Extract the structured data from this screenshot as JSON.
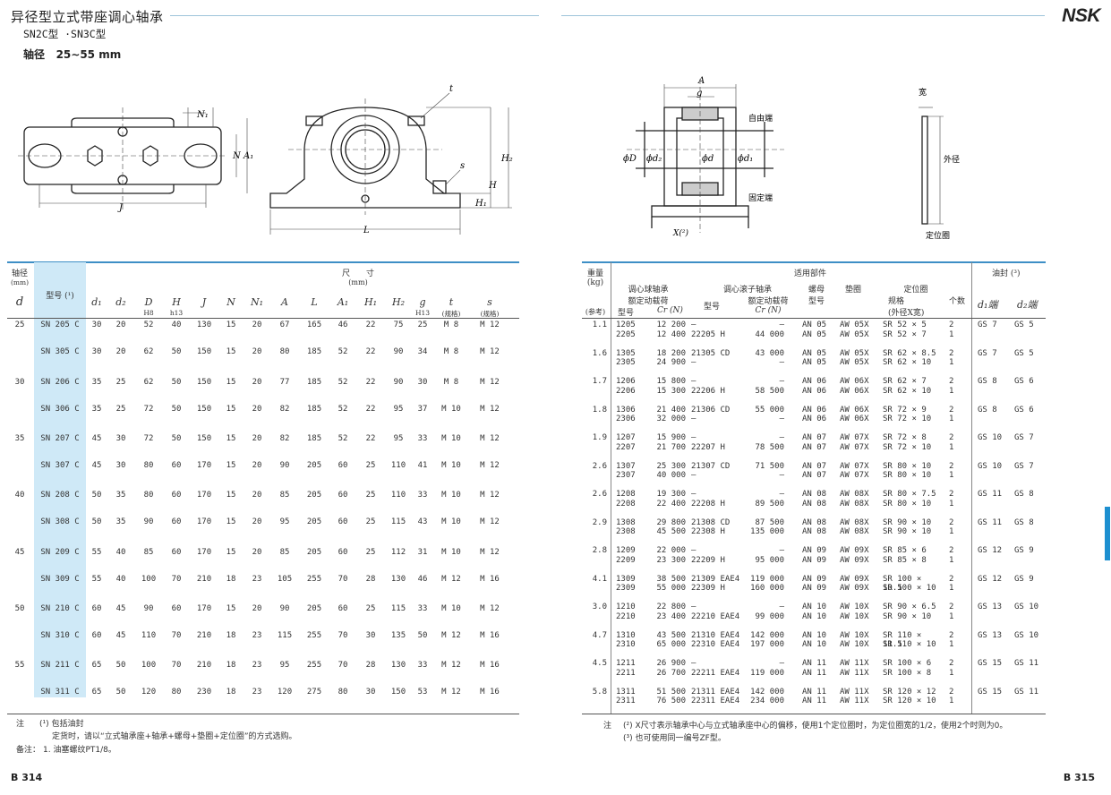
{
  "header": {
    "title": "异径型立式带座调心轴承",
    "subtitle": "SN2C型 ·SN3C型",
    "bore_label": "轴径",
    "bore_range": "25∼55 mm",
    "logo": "NSK"
  },
  "drawing_labels": {
    "N1": "N₁",
    "N": "N",
    "A1": "A₁",
    "J": "J",
    "t": "t",
    "s": "s",
    "H2": "H₂",
    "H": "H",
    "H1": "H₁",
    "L": "L",
    "A": "A",
    "g": "g",
    "phiD": "ϕD",
    "phid2": "ϕd₂",
    "phid": "ϕd",
    "phid1": "ϕd₁",
    "free_end": "自由端",
    "fixed_end": "固定端",
    "X2": "X(²)",
    "width": "宽",
    "outer": "外径",
    "locating_ring": "定位圈"
  },
  "left_table": {
    "h_shaft": "轴径",
    "h_mm": "(mm)",
    "h_d": "d",
    "h_model": "型号 (¹)",
    "h_dim": "尺　　寸",
    "h_dim_mm": "(mm)",
    "cols": [
      "d₁",
      "d₂",
      "D",
      "H",
      "J",
      "N",
      "N₁",
      "A",
      "L",
      "A₁",
      "H₁",
      "H₂",
      "g",
      "t",
      "s"
    ],
    "subs": [
      "",
      "",
      "H8",
      "h13",
      "",
      "",
      "",
      "",
      "",
      "",
      "",
      "",
      "H13",
      "(规格)",
      "(规格)"
    ],
    "rows": [
      {
        "d": "25",
        "model": "SN 205 C",
        "v": [
          "30",
          "20",
          "52",
          "40",
          "130",
          "15",
          "20",
          "67",
          "165",
          "46",
          "22",
          "75",
          "25",
          "M  8",
          "M 12"
        ]
      },
      {
        "d": "",
        "model": "SN 305 C",
        "v": [
          "30",
          "20",
          "62",
          "50",
          "150",
          "15",
          "20",
          "80",
          "185",
          "52",
          "22",
          "90",
          "34",
          "M  8",
          "M 12"
        ]
      },
      {
        "d": "30",
        "model": "SN 206 C",
        "v": [
          "35",
          "25",
          "62",
          "50",
          "150",
          "15",
          "20",
          "77",
          "185",
          "52",
          "22",
          "90",
          "30",
          "M  8",
          "M 12"
        ]
      },
      {
        "d": "",
        "model": "SN 306 C",
        "v": [
          "35",
          "25",
          "72",
          "50",
          "150",
          "15",
          "20",
          "82",
          "185",
          "52",
          "22",
          "95",
          "37",
          "M 10",
          "M 12"
        ]
      },
      {
        "d": "35",
        "model": "SN 207 C",
        "v": [
          "45",
          "30",
          "72",
          "50",
          "150",
          "15",
          "20",
          "82",
          "185",
          "52",
          "22",
          "95",
          "33",
          "M 10",
          "M 12"
        ]
      },
      {
        "d": "",
        "model": "SN 307 C",
        "v": [
          "45",
          "30",
          "80",
          "60",
          "170",
          "15",
          "20",
          "90",
          "205",
          "60",
          "25",
          "110",
          "41",
          "M 10",
          "M 12"
        ]
      },
      {
        "d": "40",
        "model": "SN 208 C",
        "v": [
          "50",
          "35",
          "80",
          "60",
          "170",
          "15",
          "20",
          "85",
          "205",
          "60",
          "25",
          "110",
          "33",
          "M 10",
          "M 12"
        ]
      },
      {
        "d": "",
        "model": "SN 308 C",
        "v": [
          "50",
          "35",
          "90",
          "60",
          "170",
          "15",
          "20",
          "95",
          "205",
          "60",
          "25",
          "115",
          "43",
          "M 10",
          "M 12"
        ]
      },
      {
        "d": "45",
        "model": "SN 209 C",
        "v": [
          "55",
          "40",
          "85",
          "60",
          "170",
          "15",
          "20",
          "85",
          "205",
          "60",
          "25",
          "112",
          "31",
          "M 10",
          "M 12"
        ]
      },
      {
        "d": "",
        "model": "SN 309 C",
        "v": [
          "55",
          "40",
          "100",
          "70",
          "210",
          "18",
          "23",
          "105",
          "255",
          "70",
          "28",
          "130",
          "46",
          "M 12",
          "M 16"
        ]
      },
      {
        "d": "50",
        "model": "SN 210 C",
        "v": [
          "60",
          "45",
          "90",
          "60",
          "170",
          "15",
          "20",
          "90",
          "205",
          "60",
          "25",
          "115",
          "33",
          "M 10",
          "M 12"
        ]
      },
      {
        "d": "",
        "model": "SN 310 C",
        "v": [
          "60",
          "45",
          "110",
          "70",
          "210",
          "18",
          "23",
          "115",
          "255",
          "70",
          "30",
          "135",
          "50",
          "M 12",
          "M 16"
        ]
      },
      {
        "d": "55",
        "model": "SN 211 C",
        "v": [
          "65",
          "50",
          "100",
          "70",
          "210",
          "18",
          "23",
          "95",
          "255",
          "70",
          "28",
          "130",
          "33",
          "M 12",
          "M 16"
        ]
      },
      {
        "d": "",
        "model": "SN 311 C",
        "v": [
          "65",
          "50",
          "120",
          "80",
          "230",
          "18",
          "23",
          "120",
          "275",
          "80",
          "30",
          "150",
          "53",
          "M 12",
          "M 16"
        ]
      }
    ]
  },
  "right_table": {
    "h_weight": "重量",
    "h_kg": "(kg)",
    "h_ref": "(参考)",
    "h_parts": "适用部件",
    "h_ball": "调心球轴承",
    "h_ball_load": "额定动载荷",
    "h_model": "型号",
    "h_cr": "Cr (N)",
    "h_roller": "调心滚子轴承",
    "h_roller_model": "型号",
    "h_roller_load": "额定动载荷",
    "h_roller_cr": "Cr (N)",
    "h_nut": "螺母",
    "h_nut_model": "型号",
    "h_washer": "垫圈",
    "h_ring": "定位圈",
    "h_ring_spec": "规格",
    "h_ring_spec2": "(外径X宽)",
    "h_count": "个数",
    "h_seal": "油封 (³)",
    "h_d1end": "d₁端",
    "h_d2end": "d₂端",
    "groups": [
      {
        "w": "1.1",
        "rows": [
          [
            "1205",
            "12 200",
            "–",
            "–",
            "AN 05",
            "AW 05X",
            "SR   52 ×  5",
            "2"
          ],
          [
            "2205",
            "12 400",
            "22205 H",
            "44 000",
            "AN 05",
            "AW 05X",
            "SR   52 ×  7",
            "1"
          ]
        ],
        "s1": "GS  7",
        "s2": "GS  5"
      },
      {
        "w": "1.6",
        "rows": [
          [
            "1305",
            "18 200",
            "21305 CD",
            "43 000",
            "AN 05",
            "AW 05X",
            "SR   62 ×  8.5",
            "2"
          ],
          [
            "2305",
            "24 900",
            "–",
            "–",
            "AN 05",
            "AW 05X",
            "SR   62 × 10",
            "1"
          ]
        ],
        "s1": "GS  7",
        "s2": "GS  5"
      },
      {
        "w": "1.7",
        "rows": [
          [
            "1206",
            "15 800",
            "–",
            "–",
            "AN 06",
            "AW 06X",
            "SR   62 ×  7",
            "2"
          ],
          [
            "2206",
            "15 300",
            "22206 H",
            "58 500",
            "AN 06",
            "AW 06X",
            "SR   62 × 10",
            "1"
          ]
        ],
        "s1": "GS  8",
        "s2": "GS  6"
      },
      {
        "w": "1.8",
        "rows": [
          [
            "1306",
            "21 400",
            "21306 CD",
            "55 000",
            "AN 06",
            "AW 06X",
            "SR   72 ×  9",
            "2"
          ],
          [
            "2306",
            "32 000",
            "–",
            "–",
            "AN 06",
            "AW 06X",
            "SR   72 × 10",
            "1"
          ]
        ],
        "s1": "GS  8",
        "s2": "GS  6"
      },
      {
        "w": "1.9",
        "rows": [
          [
            "1207",
            "15 900",
            "–",
            "–",
            "AN 07",
            "AW 07X",
            "SR   72 ×  8",
            "2"
          ],
          [
            "2207",
            "21 700",
            "22207 H",
            "78 500",
            "AN 07",
            "AW 07X",
            "SR   72 × 10",
            "1"
          ]
        ],
        "s1": "GS 10",
        "s2": "GS  7"
      },
      {
        "w": "2.6",
        "rows": [
          [
            "1307",
            "25 300",
            "21307 CD",
            "71 500",
            "AN 07",
            "AW 07X",
            "SR   80 × 10",
            "2"
          ],
          [
            "2307",
            "40 000",
            "–",
            "–",
            "AN 07",
            "AW 07X",
            "SR   80 × 10",
            "1"
          ]
        ],
        "s1": "GS 10",
        "s2": "GS  7"
      },
      {
        "w": "2.6",
        "rows": [
          [
            "1208",
            "19 300",
            "–",
            "–",
            "AN 08",
            "AW 08X",
            "SR   80 ×  7.5",
            "2"
          ],
          [
            "2208",
            "22 400",
            "22208 H",
            "89 500",
            "AN 08",
            "AW 08X",
            "SR   80 × 10",
            "1"
          ]
        ],
        "s1": "GS 11",
        "s2": "GS  8"
      },
      {
        "w": "2.9",
        "rows": [
          [
            "1308",
            "29 800",
            "21308 CD",
            "87 500",
            "AN 08",
            "AW 08X",
            "SR   90 × 10",
            "2"
          ],
          [
            "2308",
            "45 500",
            "22308 H",
            "135 000",
            "AN 08",
            "AW 08X",
            "SR   90 × 10",
            "1"
          ]
        ],
        "s1": "GS 11",
        "s2": "GS  8"
      },
      {
        "w": "2.8",
        "rows": [
          [
            "1209",
            "22 000",
            "–",
            "–",
            "AN 09",
            "AW 09X",
            "SR   85 ×  6",
            "2"
          ],
          [
            "2209",
            "23 300",
            "22209 H",
            "95 000",
            "AN 09",
            "AW 09X",
            "SR   85 ×  8",
            "1"
          ]
        ],
        "s1": "GS 12",
        "s2": "GS  9"
      },
      {
        "w": "4.1",
        "rows": [
          [
            "1309",
            "38 500",
            "21309 EAE4",
            "119 000",
            "AN 09",
            "AW 09X",
            "SR 100 × 10.5",
            "2"
          ],
          [
            "2309",
            "55 000",
            "22309 H",
            "160 000",
            "AN 09",
            "AW 09X",
            "SR 100 × 10",
            "1"
          ]
        ],
        "s1": "GS 12",
        "s2": "GS  9"
      },
      {
        "w": "3.0",
        "rows": [
          [
            "1210",
            "22 800",
            "–",
            "–",
            "AN 10",
            "AW 10X",
            "SR   90 ×  6.5",
            "2"
          ],
          [
            "2210",
            "23 400",
            "22210 EAE4",
            "99 000",
            "AN 10",
            "AW 10X",
            "SR   90 × 10",
            "1"
          ]
        ],
        "s1": "GS 13",
        "s2": "GS 10"
      },
      {
        "w": "4.7",
        "rows": [
          [
            "1310",
            "43 500",
            "21310 EAE4",
            "142 000",
            "AN 10",
            "AW 10X",
            "SR 110 × 11.5",
            "2"
          ],
          [
            "2310",
            "65 000",
            "22310 EAE4",
            "197 000",
            "AN 10",
            "AW 10X",
            "SR 110 × 10",
            "1"
          ]
        ],
        "s1": "GS 13",
        "s2": "GS 10"
      },
      {
        "w": "4.5",
        "rows": [
          [
            "1211",
            "26 900",
            "–",
            "–",
            "AN 11",
            "AW 11X",
            "SR 100 ×  6",
            "2"
          ],
          [
            "2211",
            "26 700",
            "22211 EAE4",
            "119 000",
            "AN 11",
            "AW 11X",
            "SR 100 ×  8",
            "1"
          ]
        ],
        "s1": "GS 15",
        "s2": "GS 11"
      },
      {
        "w": "5.8",
        "rows": [
          [
            "1311",
            "51 500",
            "21311 EAE4",
            "142 000",
            "AN 11",
            "AW 11X",
            "SR 120 × 12",
            "2"
          ],
          [
            "2311",
            "76 500",
            "22311 EAE4",
            "234 000",
            "AN 11",
            "AW 11X",
            "SR 120 × 10",
            "1"
          ]
        ],
        "s1": "GS 15",
        "s2": "GS 11"
      }
    ]
  },
  "notes_left": {
    "label": "注",
    "n1": "(¹) 包括油封",
    "n2": "定货时，请以“立式轴承座+轴承+螺母+垫圈+定位圈”的方式选购。",
    "remark_label": "备注：",
    "remark": "1.  油塞螺纹PT1/8。"
  },
  "notes_right": {
    "label": "注",
    "n1": "(²) X尺寸表示轴承中心与立式轴承座中心的偏移，使用1个定位圈时，为定位圈宽的1/2，使用2个时则为0。",
    "n2": "(³) 也可使用同一编号ZF型。"
  },
  "footer": {
    "left_page": "B 314",
    "right_page": "B 315"
  },
  "colors": {
    "accent": "#3e8fc6",
    "highlight": "#cfe9f7",
    "sidebar": "#1d8fd0"
  }
}
